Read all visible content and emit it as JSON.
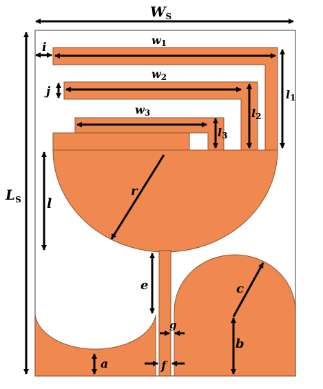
{
  "colors": {
    "metal": "#F0894F",
    "outline": "#8a5230",
    "substrate_border": "#7f7f7f",
    "arrow": "#000000",
    "background": "#ffffff"
  },
  "labels": {
    "ws": {
      "main": "W",
      "sub": "S"
    },
    "ls": {
      "main": "L",
      "sub": "S"
    },
    "w1": {
      "main": "w",
      "sub": "1"
    },
    "w2": {
      "main": "w",
      "sub": "2"
    },
    "w3": {
      "main": "w",
      "sub": "3"
    },
    "l1": {
      "main": "l",
      "sub": "1"
    },
    "l2": {
      "main": "l",
      "sub": "2"
    },
    "l3": {
      "main": "l",
      "sub": "3"
    },
    "i": "i",
    "j": "j",
    "l": "l",
    "r": "r",
    "e": "e",
    "g": "g",
    "a": "a",
    "b": "b",
    "c": "c",
    "f": "f"
  }
}
